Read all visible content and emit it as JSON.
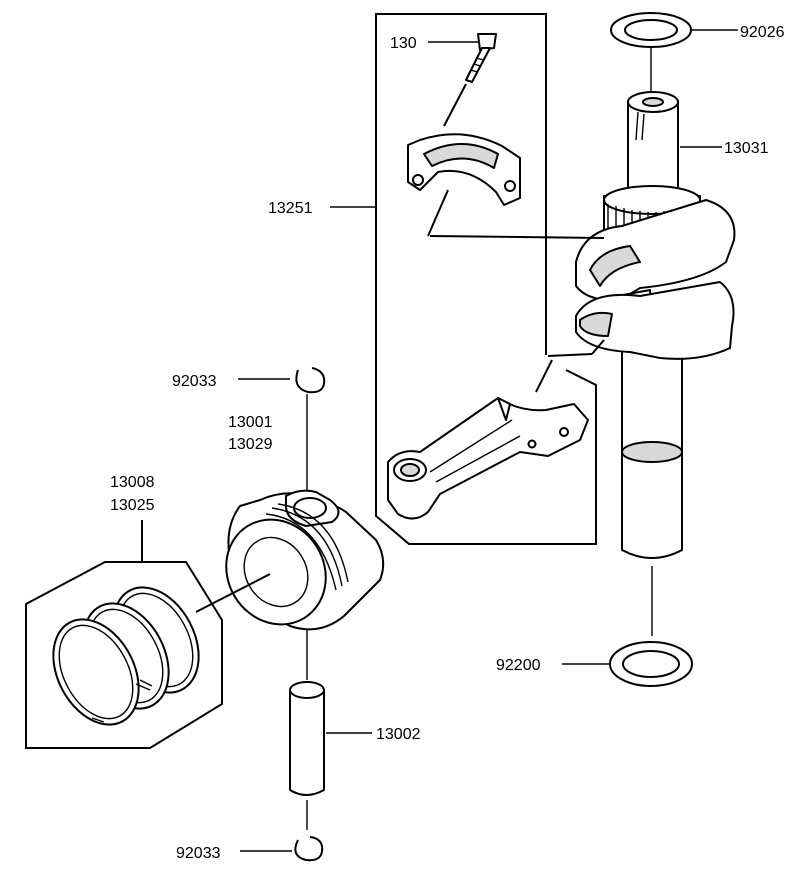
{
  "labels": {
    "crankshaft_washer_top": "92026",
    "bolt": "130",
    "crankshaft": "13031",
    "connecting_rod_assy": "13251",
    "circlip_top": "92033",
    "piston_a": "13001",
    "piston_b": "13029",
    "ring_set_a": "13008",
    "ring_set_b": "13025",
    "crankshaft_washer_bottom": "92200",
    "piston_pin": "13002",
    "circlip_bottom": "92033"
  }
}
